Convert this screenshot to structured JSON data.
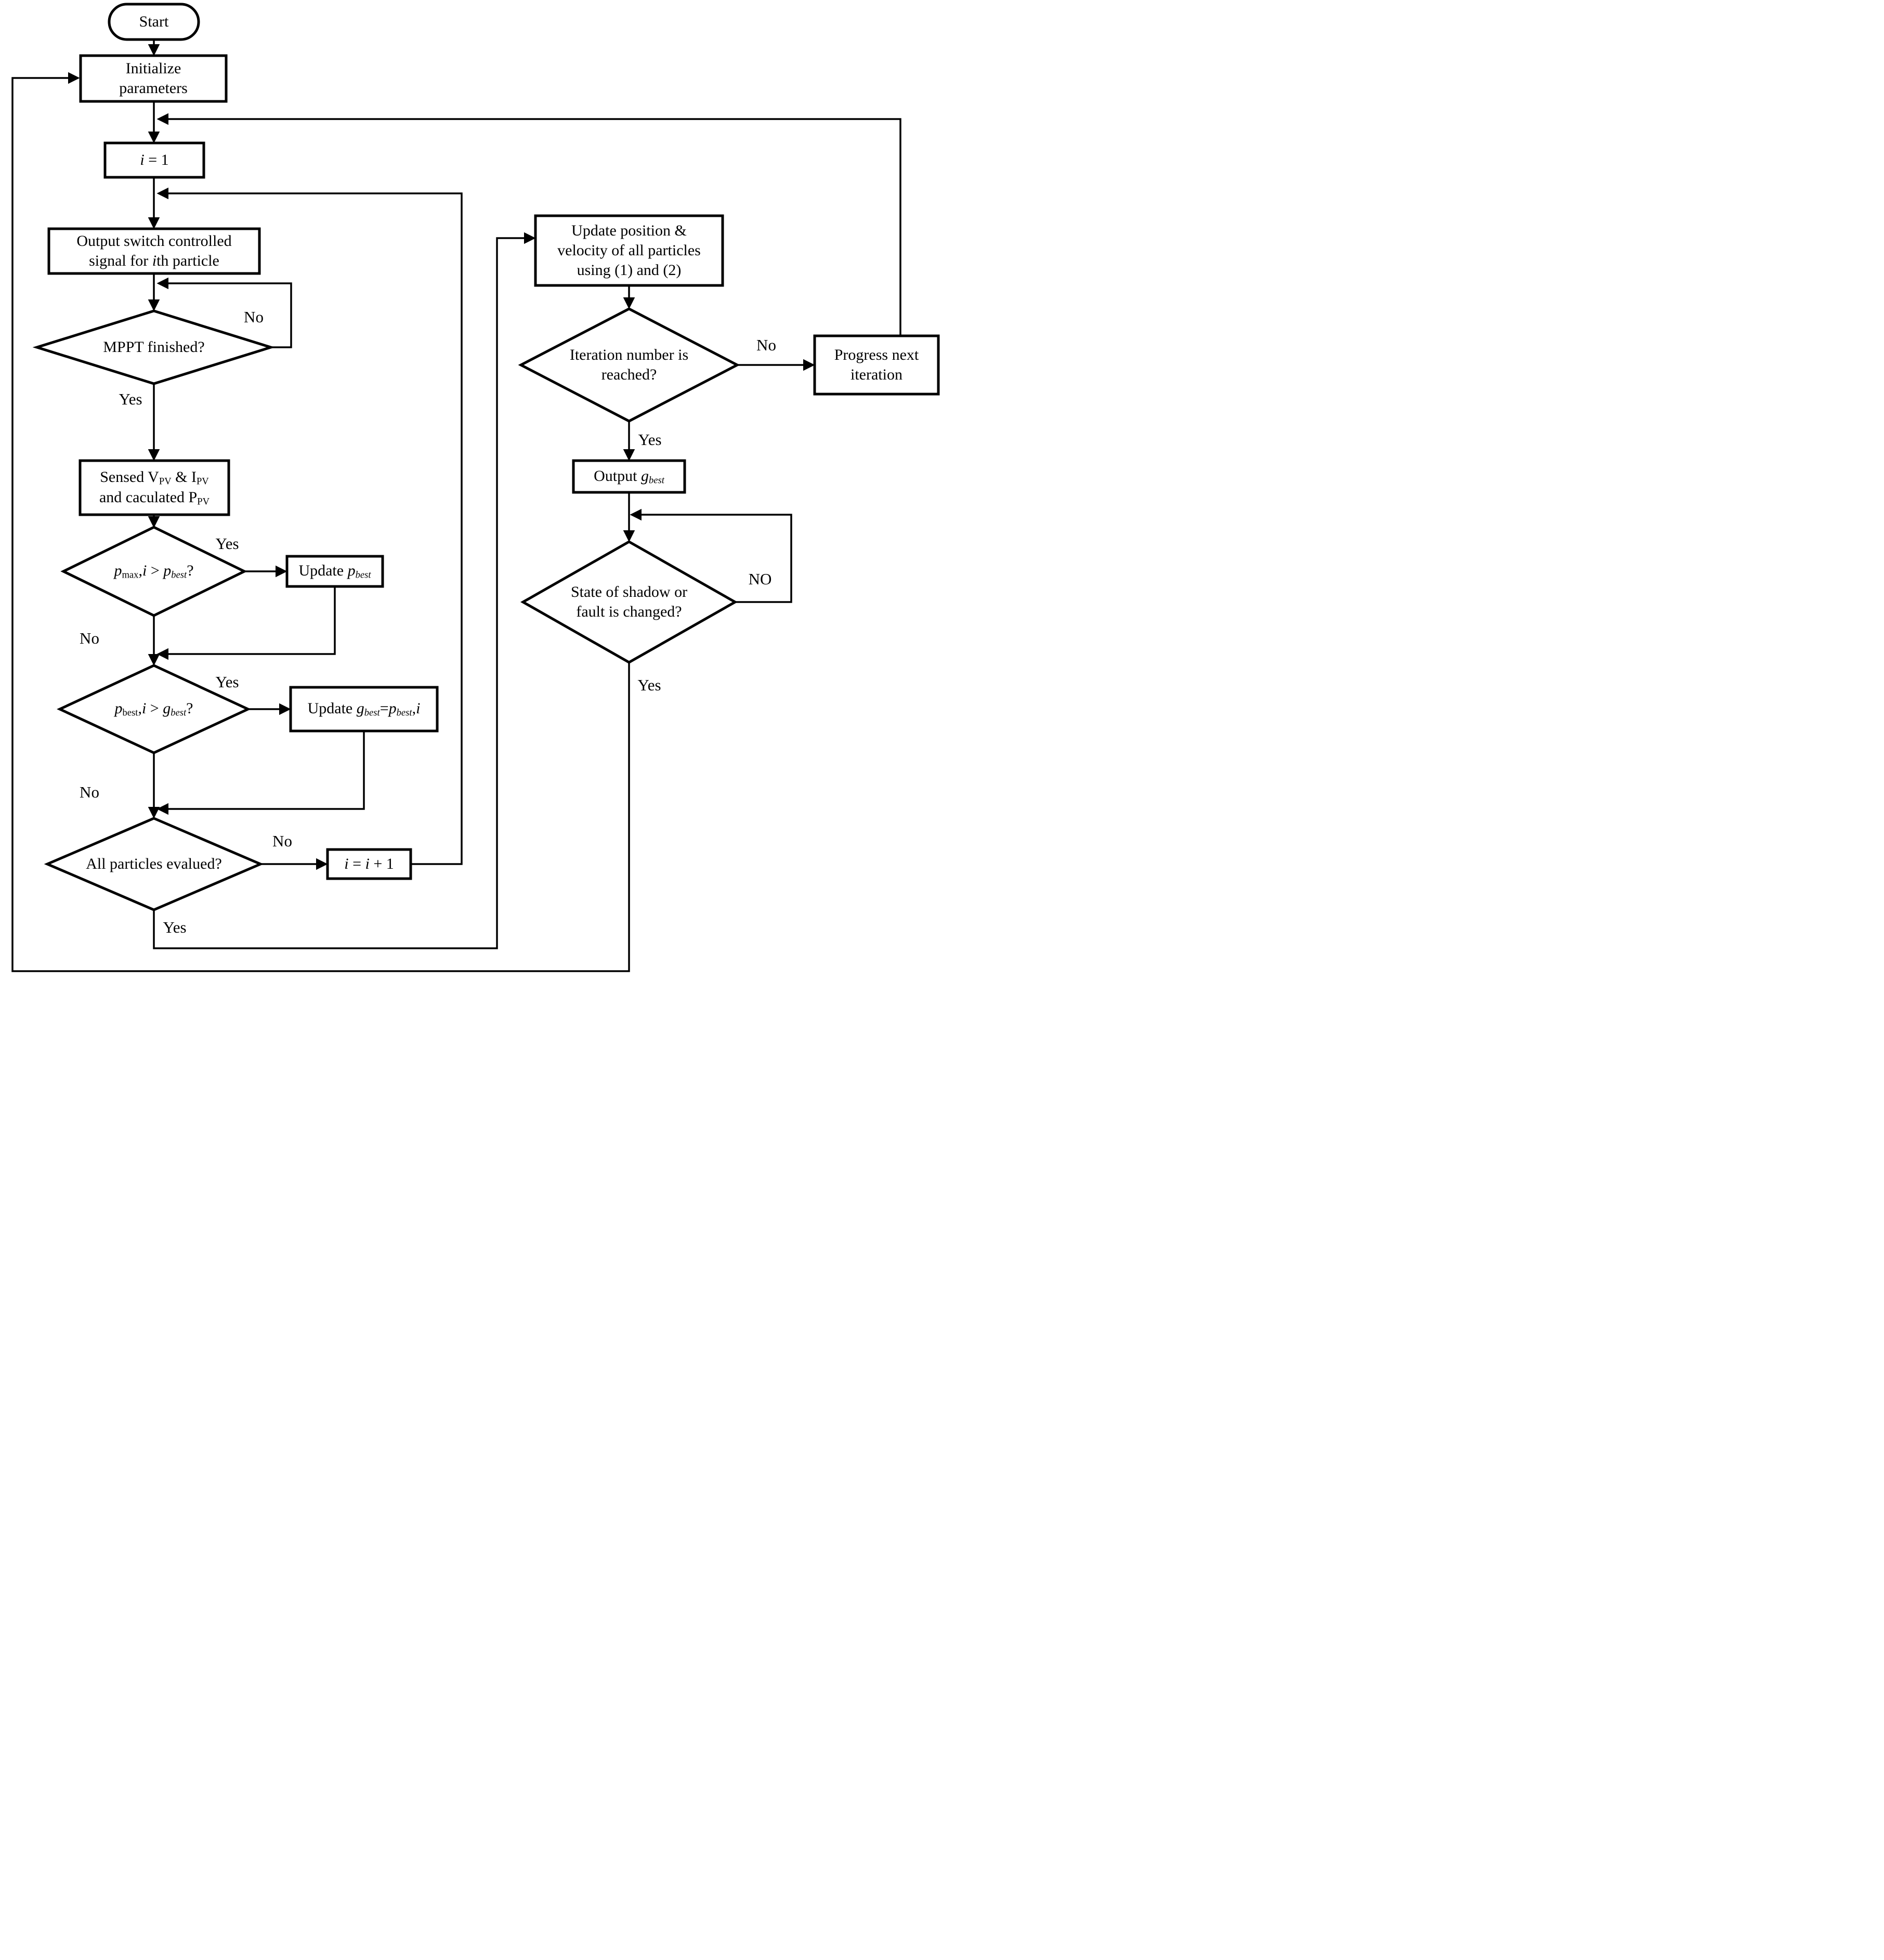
{
  "figure": {
    "background": "#ffffff",
    "line_color": "#000000",
    "text_color": "#000000"
  },
  "nodes": {
    "start": {
      "type": "terminator",
      "lines": [
        [
          {
            "t": "Start"
          }
        ]
      ]
    },
    "init": {
      "type": "process",
      "lines": [
        [
          {
            "t": "Initialize"
          }
        ],
        [
          {
            "t": "parameters"
          }
        ]
      ]
    },
    "i1": {
      "type": "process",
      "lines": [
        [
          {
            "t": "i",
            "it": true
          },
          {
            "t": " = 1"
          }
        ]
      ]
    },
    "output_switch": {
      "type": "process",
      "lines": [
        [
          {
            "t": "Output switch controlled"
          }
        ],
        [
          {
            "t": "signal for "
          },
          {
            "t": "i",
            "it": true
          },
          {
            "t": "th particle"
          }
        ]
      ]
    },
    "mppt": {
      "type": "decision",
      "lines": [
        [
          {
            "t": "MPPT finished?"
          }
        ]
      ]
    },
    "sensed": {
      "type": "process",
      "lines": [
        [
          {
            "t": "Sensed V"
          },
          {
            "t": "PV",
            "sub": true
          },
          {
            "t": " & I"
          },
          {
            "t": "PV",
            "sub": true
          }
        ],
        [
          {
            "t": "and caculated P"
          },
          {
            "t": "PV",
            "sub": true
          }
        ]
      ]
    },
    "pmax": {
      "type": "decision",
      "lines": [
        [
          {
            "t": "p",
            "it": true
          },
          {
            "t": "max",
            "sub": true
          },
          {
            "t": ","
          },
          {
            "t": "i",
            "it": true
          },
          {
            "t": " > "
          },
          {
            "t": "p",
            "it": true
          },
          {
            "t": "best",
            "sub": true,
            "it": true
          },
          {
            "t": "?"
          }
        ]
      ]
    },
    "update_pbest": {
      "type": "process",
      "lines": [
        [
          {
            "t": "Update "
          },
          {
            "t": "p",
            "it": true
          },
          {
            "t": "best",
            "sub": true,
            "it": true
          }
        ]
      ]
    },
    "pbest": {
      "type": "decision",
      "lines": [
        [
          {
            "t": "p",
            "it": true
          },
          {
            "t": "best",
            "sub": true
          },
          {
            "t": ","
          },
          {
            "t": "i",
            "it": true
          },
          {
            "t": " > "
          },
          {
            "t": "g",
            "it": true
          },
          {
            "t": "best",
            "sub": true,
            "it": true
          },
          {
            "t": "?"
          }
        ]
      ]
    },
    "update_gbest": {
      "type": "process",
      "lines": [
        [
          {
            "t": "Update "
          },
          {
            "t": "g",
            "it": true
          },
          {
            "t": "best",
            "sub": true,
            "it": true
          },
          {
            "t": "="
          },
          {
            "t": "p",
            "it": true
          },
          {
            "t": "best",
            "sub": true,
            "it": true
          },
          {
            "t": ","
          },
          {
            "t": "i",
            "it": true
          }
        ]
      ]
    },
    "all_particles": {
      "type": "decision",
      "lines": [
        [
          {
            "t": "All particles evalued?"
          }
        ]
      ]
    },
    "i_increment": {
      "type": "process",
      "lines": [
        [
          {
            "t": "i",
            "it": true
          },
          {
            "t": " = "
          },
          {
            "t": "i",
            "it": true
          },
          {
            "t": " + 1"
          }
        ]
      ]
    },
    "update_position": {
      "type": "process",
      "lines": [
        [
          {
            "t": "Update position &"
          }
        ],
        [
          {
            "t": "velocity of all particles"
          }
        ],
        [
          {
            "t": "using (1) and (2)"
          }
        ]
      ]
    },
    "iteration": {
      "type": "decision",
      "lines": [
        [
          {
            "t": "Iteration number is"
          }
        ],
        [
          {
            "t": "reached?"
          }
        ]
      ]
    },
    "progress_next": {
      "type": "process",
      "lines": [
        [
          {
            "t": "Progress next"
          }
        ],
        [
          {
            "t": "iteration"
          }
        ]
      ]
    },
    "output_gbest": {
      "type": "process",
      "lines": [
        [
          {
            "t": "Output "
          },
          {
            "t": "g",
            "it": true
          },
          {
            "t": "best",
            "sub": true,
            "it": true
          }
        ]
      ]
    },
    "shadow": {
      "type": "decision",
      "lines": [
        [
          {
            "t": "State of shadow or"
          }
        ],
        [
          {
            "t": "fault is changed?"
          }
        ]
      ]
    }
  },
  "labels": {
    "mppt_no": "No",
    "mppt_yes": "Yes",
    "pmax_yes": "Yes",
    "pmax_no": "No",
    "pbest_yes": "Yes",
    "pbest_no": "No",
    "all_no": "No",
    "all_yes": "Yes",
    "iter_no": "No",
    "iter_yes": "Yes",
    "shadow_no": "NO",
    "shadow_yes": "Yes"
  }
}
